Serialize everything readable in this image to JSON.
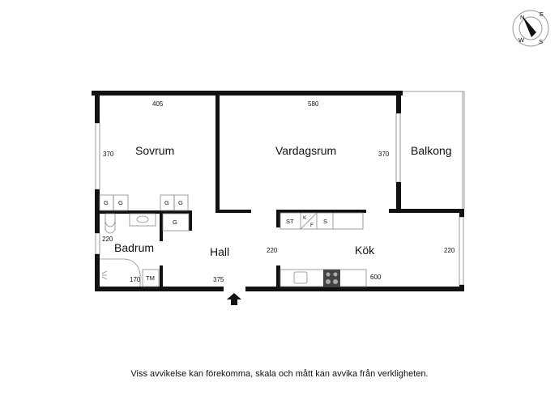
{
  "rooms": {
    "sovrum": "Sovrum",
    "vardagsrum": "Vardagsrum",
    "balkong": "Balkong",
    "badrum": "Badrum",
    "hall": "Hall",
    "kok": "Kök"
  },
  "dimensions": {
    "sovrum_width": "405",
    "vardagsrum_width": "580",
    "sovrum_height": "370",
    "vardagsrum_height": "370",
    "badrum_height": "220",
    "hall_height": "220",
    "kok_height": "220",
    "badrum_width": "170",
    "hall_width": "375",
    "kok_width": "600"
  },
  "fixtures": {
    "wardrobe": "G",
    "tumbler": "TM",
    "freezer": "ST",
    "fridge_k": "K",
    "fridge_f": "F",
    "cabinet": "S"
  },
  "compass": {
    "n": "N",
    "e": "E",
    "s": "S",
    "w": "W"
  },
  "caption": "Viss avvikelse kan förekomma, skala och mått kan avvika från verkligheten."
}
